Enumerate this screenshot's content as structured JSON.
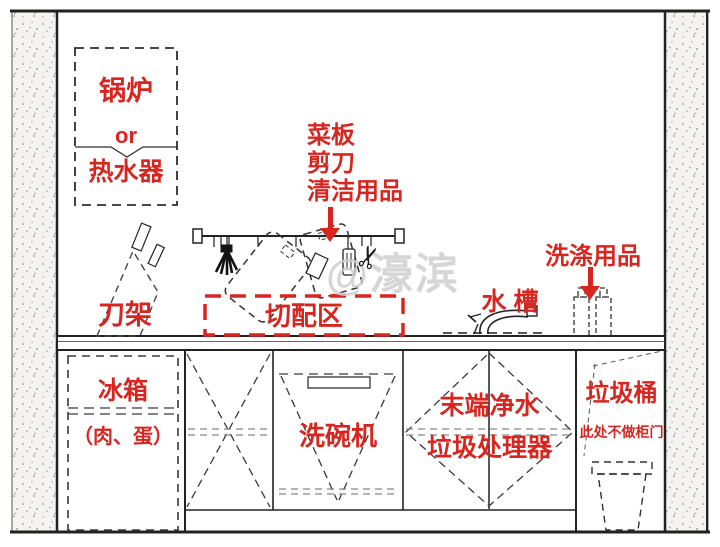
{
  "colors": {
    "accent_red": "#d7261f",
    "line_black": "#2e2e2e",
    "watermark_gray": "#cdcdcd"
  },
  "labels": {
    "boiler": {
      "line1": "锅炉",
      "line2": "or",
      "line3": "热水器"
    },
    "hanging_items": {
      "line1": "菜板",
      "line2": "剪刀",
      "line3": "清洁用品"
    },
    "knife_rack": "刀架",
    "prep_area": "切配区",
    "sink": "水 槽",
    "washing_supplies": "洗涤用品",
    "fridge": {
      "line1": "冰箱",
      "line2": "（肉、蛋）"
    },
    "dishwasher": "洗碗机",
    "purifier": {
      "line1": "末端净水",
      "line2": "垃圾处理器"
    },
    "trash": {
      "line1": "垃圾桶",
      "line2": "此处不做柜门"
    }
  },
  "watermark": "@濠滨",
  "icons": {
    "scissors": "✂"
  }
}
